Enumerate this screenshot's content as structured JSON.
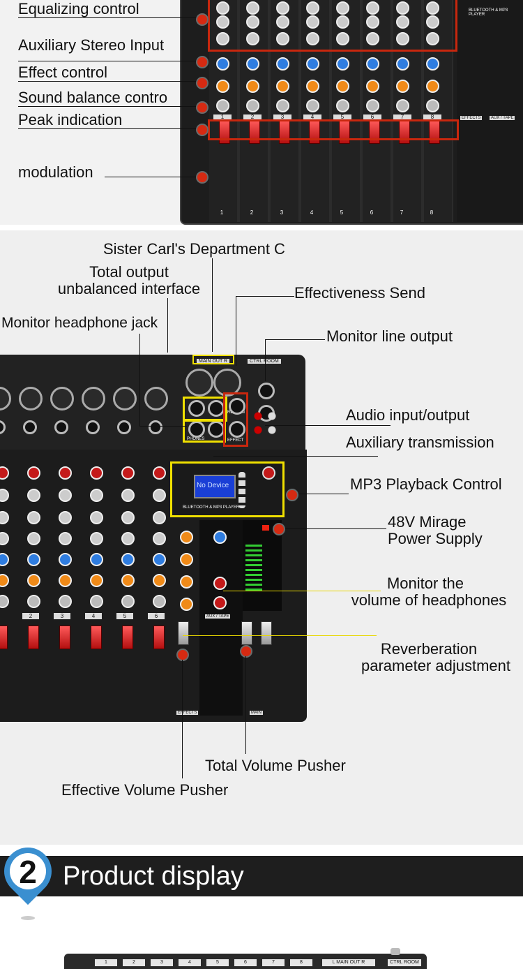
{
  "top_labels": {
    "equalizing": "Equalizing control",
    "aux_stereo": "Auxiliary Stereo Input",
    "effect": "Effect control",
    "balance": "Sound balance contro",
    "peak": "Peak indication",
    "modulation": "modulation"
  },
  "top_mixer": {
    "device_label": "BLUETOOTH & MP3 PLAYER",
    "effects": "EFFECTS",
    "aux_tape": "AUX / TAPE",
    "channels": [
      "1",
      "2",
      "3",
      "4",
      "5",
      "6",
      "7",
      "8"
    ]
  },
  "mid_labels": {
    "sister": "Sister Carl's Department C",
    "total_output_1": "Total output",
    "total_output_2": "unbalanced interface",
    "effectiveness_send": "Effectiveness Send",
    "headphone_jack": "Monitor headphone jack",
    "monitor_line": "Monitor line output",
    "audio_io": "Audio input/output",
    "aux_transmission": "Auxiliary transmission",
    "mp3": "MP3 Playback Control",
    "v48_1": "48V Mirage",
    "v48_2": "Power Supply",
    "monitor_vol_1": "Monitor the",
    "monitor_vol_2": "volume of headphones",
    "reverb_1": "Reverberation",
    "reverb_2": "parameter adjustment",
    "total_volume": "Total Volume Pusher",
    "effective_volume": "Effective Volume Pusher"
  },
  "mid_mixer": {
    "main_out": "MAIN OUT R",
    "ctrl_room": "CTRL ROOM",
    "phones": "PHONES",
    "effect": "EFFECT",
    "return": "RETURN",
    "usb_device": "No Device",
    "bluetooth": "BLUETOOTH & MP3 PLAYER",
    "effects": "EFFECTS",
    "main": "MAIN",
    "aux_tape": "AUX / TAPE",
    "channels": [
      "2",
      "3",
      "4",
      "5",
      "6"
    ]
  },
  "section": {
    "number": "2",
    "title": "Product display"
  },
  "bottom_mixer": {
    "channels": [
      "1",
      "2",
      "3",
      "4",
      "5",
      "6",
      "7",
      "8"
    ],
    "main_out": "L  MAIN OUT R",
    "ctrl_room": "CTRL ROOM"
  },
  "colors": {
    "accent_red": "#d62a12",
    "highlight_yellow": "#f0e000",
    "banner": "#1e1e1e",
    "pin_blue": "#3a8fd0"
  }
}
